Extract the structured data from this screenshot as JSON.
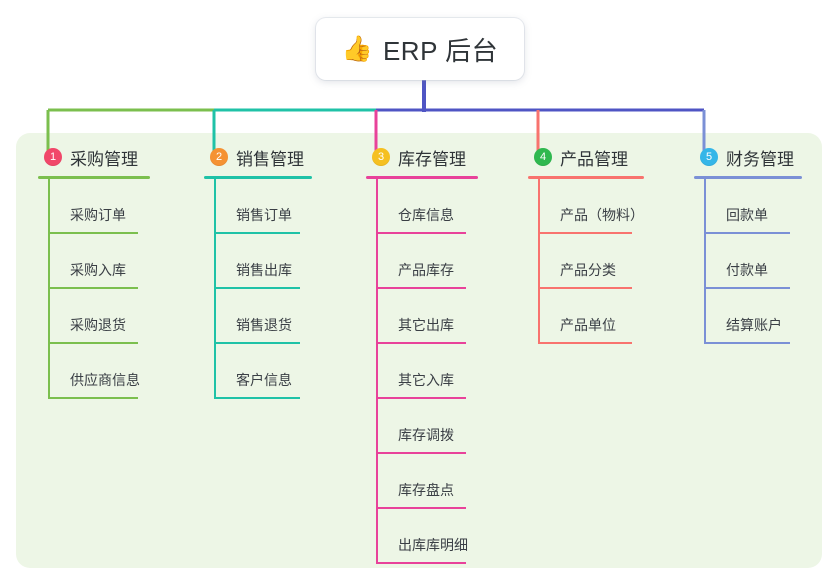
{
  "root": {
    "icon": "thumbs-up-icon",
    "emoji": "👍",
    "title": "ERP 后台"
  },
  "panel": {
    "background_color": "#edf6e6"
  },
  "bus": {
    "stem_color": "#4f55c4",
    "segments": [
      "#7bbf4e",
      "#1fc2a7",
      "#4f55c4",
      "#4f55c4",
      "#4f55c4"
    ]
  },
  "columns": [
    {
      "number": "1",
      "title": "采购管理",
      "badge_color": "#f1476a",
      "line_color": "#7bbf4e",
      "items": [
        "采购订单",
        "采购入库",
        "采购退货",
        "供应商信息"
      ]
    },
    {
      "number": "2",
      "title": "销售管理",
      "badge_color": "#f59233",
      "line_color": "#1fc2a7",
      "items": [
        "销售订单",
        "销售出库",
        "销售退货",
        "客户信息"
      ]
    },
    {
      "number": "3",
      "title": "库存管理",
      "badge_color": "#f5c021",
      "line_color": "#e8429a",
      "items": [
        "仓库信息",
        "产品库存",
        "其它出库",
        "其它入库",
        "库存调拨",
        "库存盘点",
        "出库库明细"
      ]
    },
    {
      "number": "4",
      "title": "产品管理",
      "badge_color": "#2fb84f",
      "line_color": "#f8736e",
      "items": [
        "产品（物料）",
        "产品分类",
        "产品单位"
      ]
    },
    {
      "number": "5",
      "title": "财务管理",
      "badge_color": "#35b6e8",
      "line_color": "#7b90d6",
      "items": [
        "回款单",
        "付款单",
        "结算账户"
      ]
    }
  ]
}
